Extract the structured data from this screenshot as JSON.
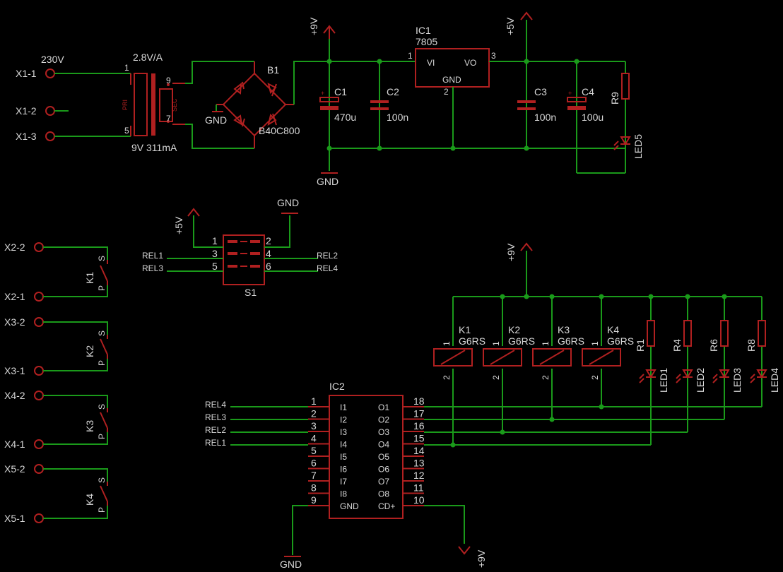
{
  "power": {
    "x1_1": "X1-1",
    "x1_2": "X1-2",
    "x1_3": "X1-3",
    "mains": "230V",
    "fuse": "2.8V/A",
    "secondary": "9V 311mA",
    "pri": "PRI",
    "sec": "SEC",
    "pin1": "1",
    "pin5": "5",
    "pin9": "9",
    "pin7": "7",
    "bridge": "B1",
    "bridge_type": "B40C800",
    "gnd": "GND",
    "plus9v": "+9V",
    "plus5v": "+5V",
    "c1": "C1",
    "c1_val": "470u",
    "c2": "C2",
    "c2_val": "100n",
    "c3": "C3",
    "c3_val": "100n",
    "c4": "C4",
    "c4_val": "100u",
    "ic1": "IC1",
    "ic1_type": "7805",
    "vi": "VI",
    "vo": "VO",
    "ic1_gnd": "GND",
    "ic1_p1": "1",
    "ic1_p2": "2",
    "ic1_p3": "3",
    "r9": "R9",
    "led5": "LED5"
  },
  "switch": {
    "name": "S1",
    "plus5v": "+5V",
    "gnd": "GND",
    "rel1": "REL1",
    "rel2": "REL2",
    "rel3": "REL3",
    "rel4": "REL4",
    "p1": "1",
    "p2": "2",
    "p3": "3",
    "p4": "4",
    "p5": "5",
    "p6": "6"
  },
  "contacts": [
    {
      "top": "X2-2",
      "bottom": "X2-1",
      "k": "K1",
      "s": "S",
      "p": "P"
    },
    {
      "top": "X3-2",
      "bottom": "X3-1",
      "k": "K2",
      "s": "S",
      "p": "P"
    },
    {
      "top": "X4-2",
      "bottom": "X4-1",
      "k": "K3",
      "s": "S",
      "p": "P"
    },
    {
      "top": "X5-2",
      "bottom": "X5-1",
      "k": "K4",
      "s": "S",
      "p": "P"
    }
  ],
  "relays": {
    "plus9v": "+9V",
    "items": [
      {
        "name": "K1",
        "type": "G6RS"
      },
      {
        "name": "K2",
        "type": "G6RS"
      },
      {
        "name": "K3",
        "type": "G6RS"
      },
      {
        "name": "K4",
        "type": "G6RS"
      }
    ],
    "pin1": "1",
    "pin2": "2",
    "resistors": [
      "R1",
      "R4",
      "R6",
      "R8"
    ],
    "leds": [
      "LED1",
      "LED2",
      "LED3",
      "LED4"
    ]
  },
  "ic2": {
    "name": "IC2",
    "inputs": [
      "REL4",
      "REL3",
      "REL2",
      "REL1"
    ],
    "left_pins": [
      "1",
      "2",
      "3",
      "4",
      "5",
      "6",
      "7",
      "8",
      "9"
    ],
    "left_labels": [
      "I1",
      "I2",
      "I3",
      "I4",
      "I5",
      "I6",
      "I7",
      "I8",
      "GND"
    ],
    "right_pins": [
      "18",
      "17",
      "16",
      "15",
      "14",
      "13",
      "12",
      "11",
      "10"
    ],
    "right_labels": [
      "O1",
      "O2",
      "O3",
      "O4",
      "O5",
      "O6",
      "O7",
      "O8",
      "CD+"
    ],
    "gnd": "GND",
    "plus9v": "+9V"
  },
  "colors": {
    "wire": "#1a9a1a",
    "component": "#b02020",
    "text": "#d8d8d8",
    "background": "#000000"
  }
}
